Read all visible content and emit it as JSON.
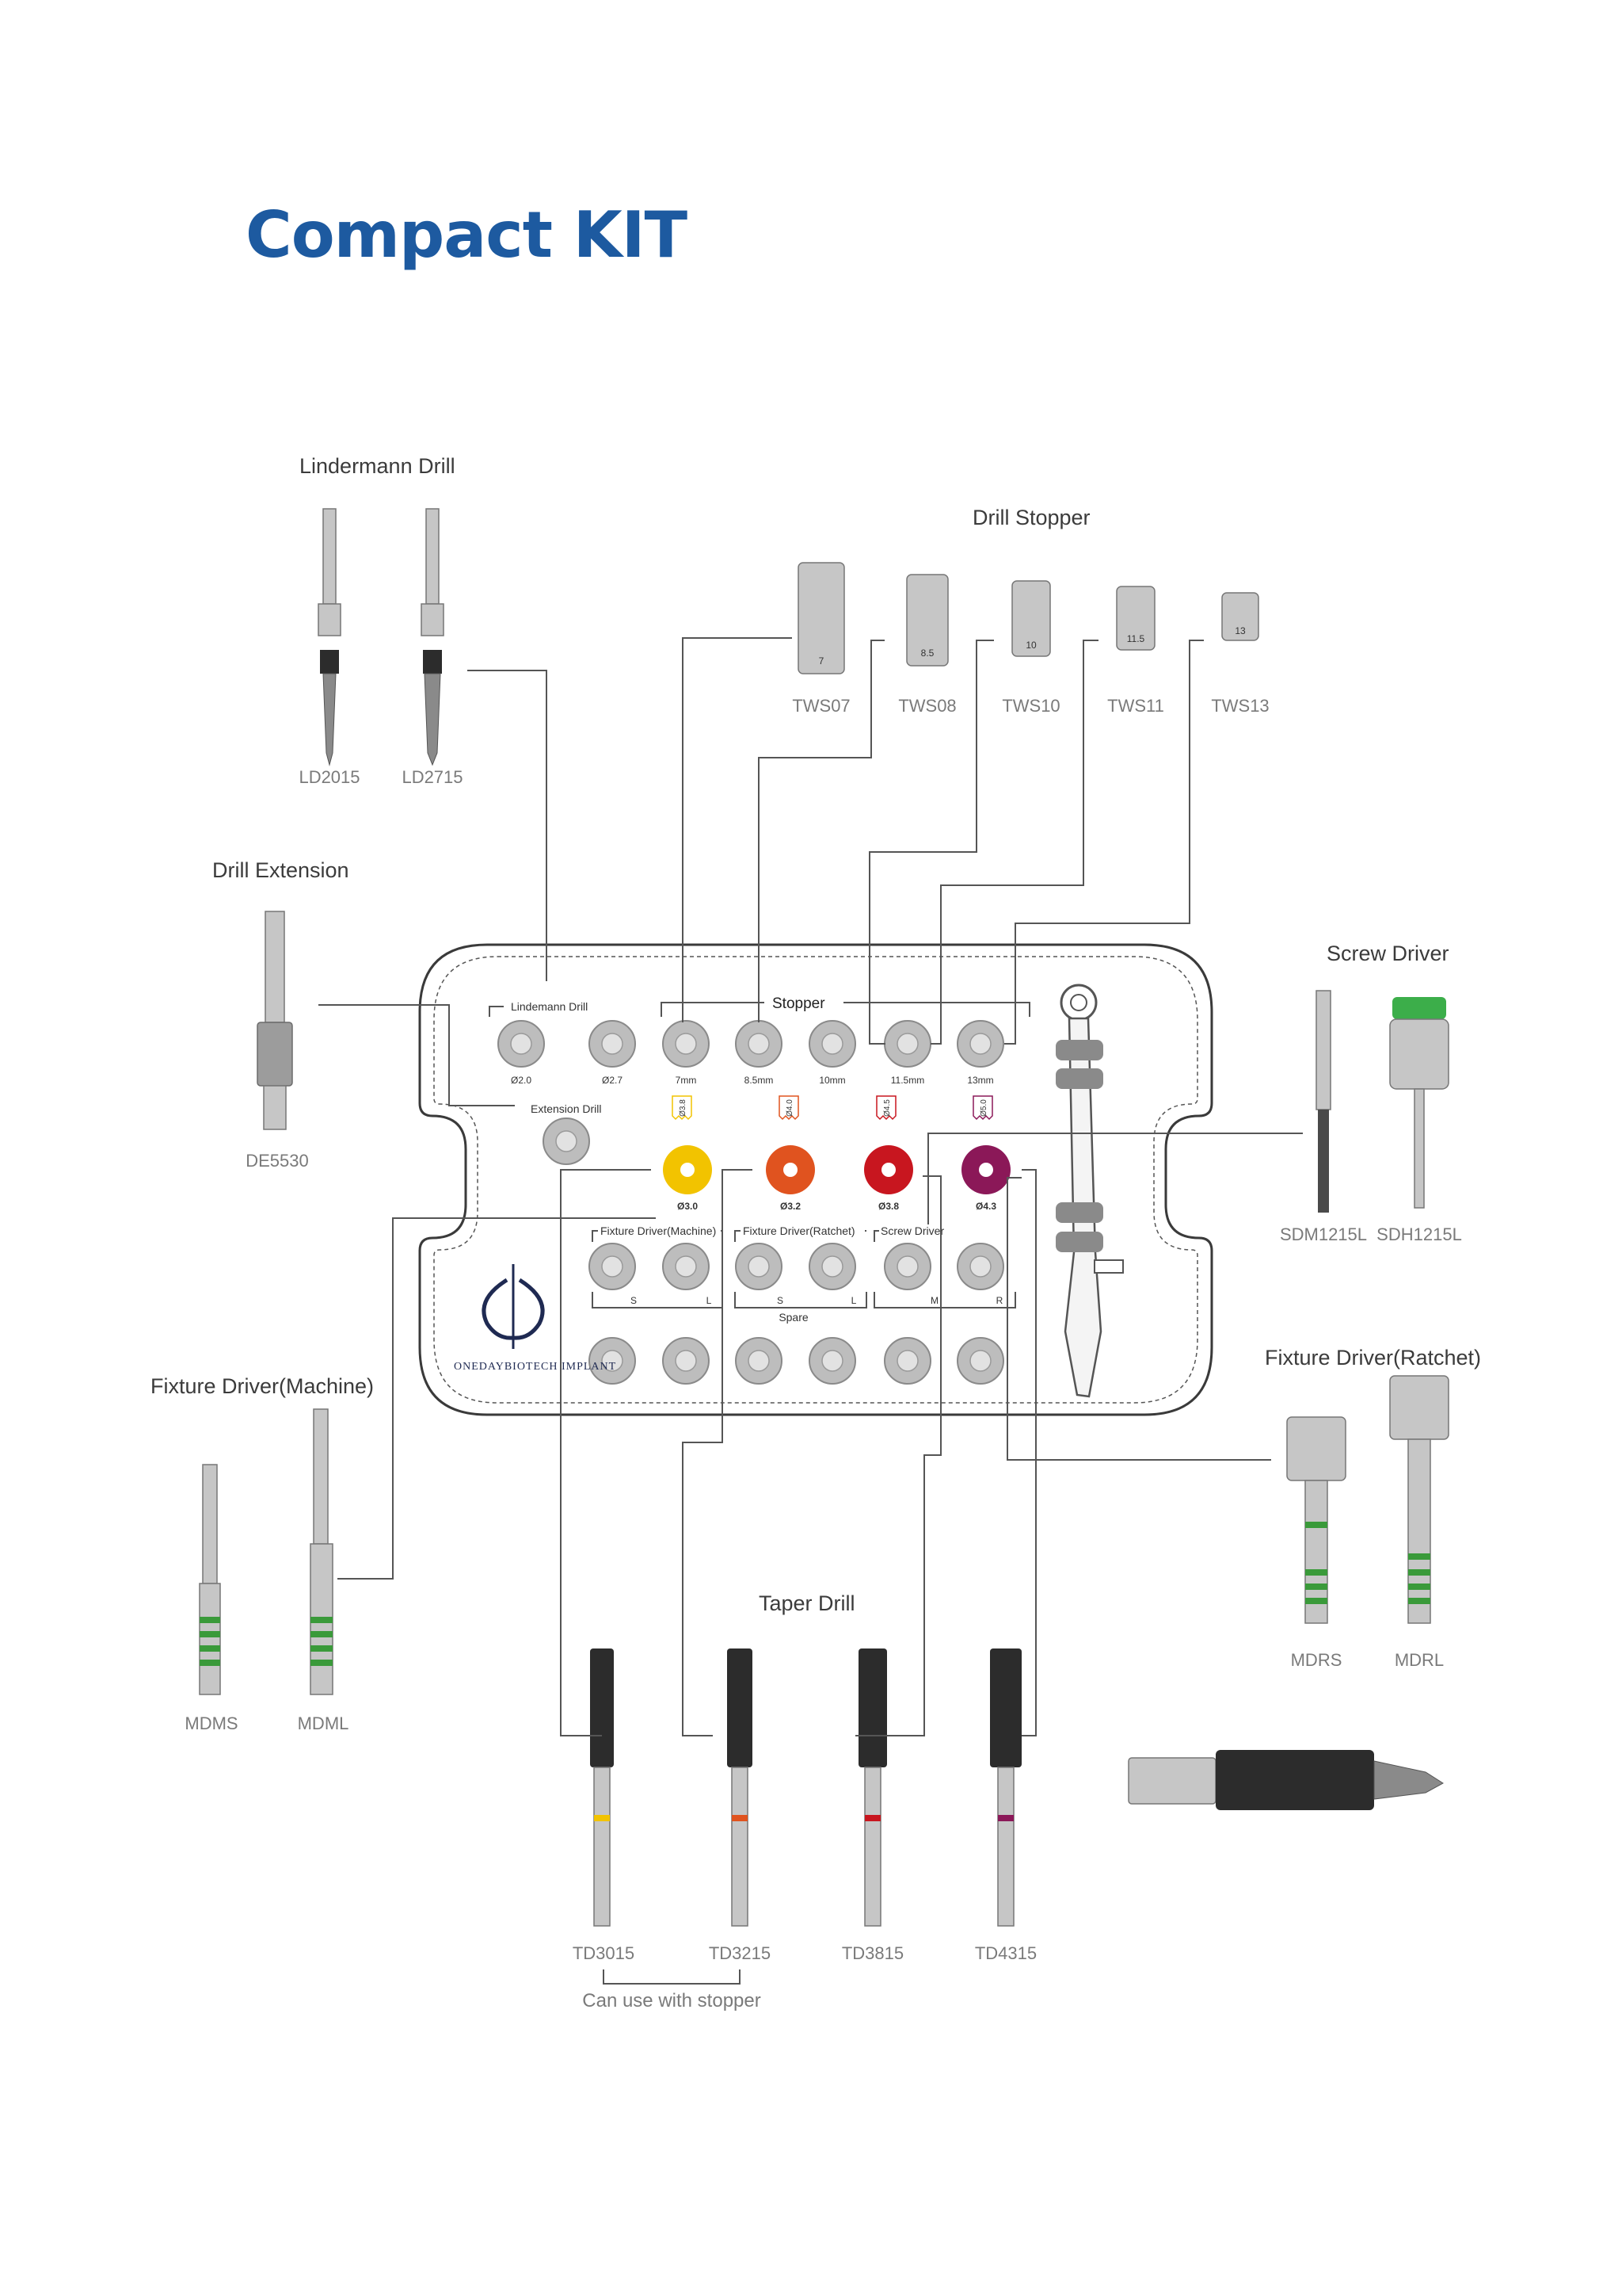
{
  "title": "Compact KIT",
  "categories": {
    "lindermann_drill": "Lindermann Drill",
    "drill_stopper": "Drill Stopper",
    "drill_extension": "Drill Extension",
    "screw_driver": "Screw Driver",
    "fixture_driver_machine": "Fixture Driver(Machine)",
    "fixture_driver_ratchet": "Fixture Driver(Ratchet)",
    "taper_drill": "Taper Drill"
  },
  "parts": {
    "lindermann": [
      "LD2015",
      "LD2715"
    ],
    "stoppers": [
      "TWS07",
      "TWS08",
      "TWS10",
      "TWS11",
      "TWS13"
    ],
    "stopper_engravings": [
      "7",
      "8.5",
      "10",
      "11.5",
      "13"
    ],
    "extension": "DE5530",
    "screw_drivers": [
      "SDM1215L",
      "SDH1215L"
    ],
    "fixture_machine": [
      "MDMS",
      "MDML"
    ],
    "fixture_ratchet": [
      "MDRS",
      "MDRL"
    ],
    "taper_drills": [
      "TD3015",
      "TD3215",
      "TD3815",
      "TD4315"
    ],
    "taper_note": "Can use with stopper"
  },
  "tray": {
    "lindemann_drill": "Lindemann Drill",
    "stopper": "Stopper",
    "extension_drill": "Extension Drill",
    "fixture_driver_machine": "Fixture Driver(Machine)",
    "fixture_driver_ratchet": "Fixture Driver(Ratchet)",
    "screw_driver": "Screw Driver",
    "spare": "Spare",
    "brand": "ONEDAYBIOTECH IMPLANT",
    "row1_labels": [
      "Ø2.0",
      "Ø2.7",
      "7mm",
      "8.5mm",
      "10mm",
      "11.5mm",
      "13mm"
    ],
    "color_tags": [
      "Ø3.8",
      "Ø4.0",
      "Ø4.5",
      "Ø5.0"
    ],
    "color_diameters": [
      "Ø3.0",
      "Ø3.2",
      "Ø3.8",
      "Ø4.3"
    ],
    "sl_labels": [
      "S",
      "L",
      "S",
      "L",
      "M",
      "R"
    ]
  },
  "colors": {
    "title": "#1d5aa0",
    "yellow": "#f2c300",
    "orange": "#e0531f",
    "red": "#c8161f",
    "purple": "#8b1858",
    "green_band": "#3a9a3a"
  }
}
